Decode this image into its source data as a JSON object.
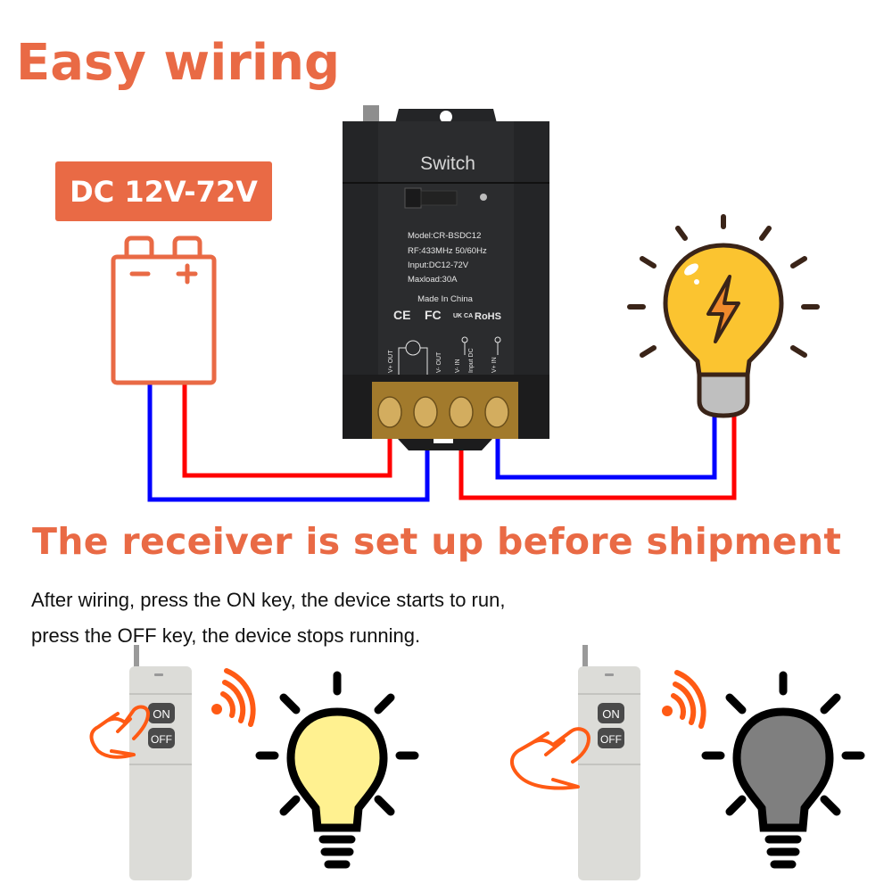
{
  "header": {
    "title": "Easy wiring"
  },
  "power": {
    "badge_label": "DC 12V-72V",
    "battery_minus": "−",
    "battery_plus": "+"
  },
  "device": {
    "brand_label": "Switch",
    "specs": [
      "Model:CR-BSDC12",
      "RF:433MHz 50/60Hz",
      "Input:DC12-72V",
      "Maxload:30A"
    ],
    "origin": "Made In China",
    "certs": [
      "CE",
      "FC",
      "UK CA",
      "RoHS"
    ],
    "terminals": [
      "V+ OUT",
      "V- OUT",
      "V- IN",
      "Input DC",
      "V+ IN"
    ]
  },
  "wires": {
    "positive_color": "#ff0000",
    "negative_color": "#0000ff"
  },
  "section": {
    "title": "The receiver is set up before shipment",
    "description_line1": "After wiring,  press the ON key, the device starts to run,",
    "description_line2": "press the OFF key, the device stops running."
  },
  "demos": [
    {
      "state": "on",
      "on_key": "ON",
      "off_key": "OFF",
      "bulb_color": "#fff190"
    },
    {
      "state": "off",
      "on_key": "ON",
      "off_key": "OFF",
      "bulb_color": "#7f7f7f"
    }
  ],
  "colors": {
    "accent": "#e96a45",
    "signal": "#ff5a14",
    "device_body": "#2b2c2e"
  }
}
